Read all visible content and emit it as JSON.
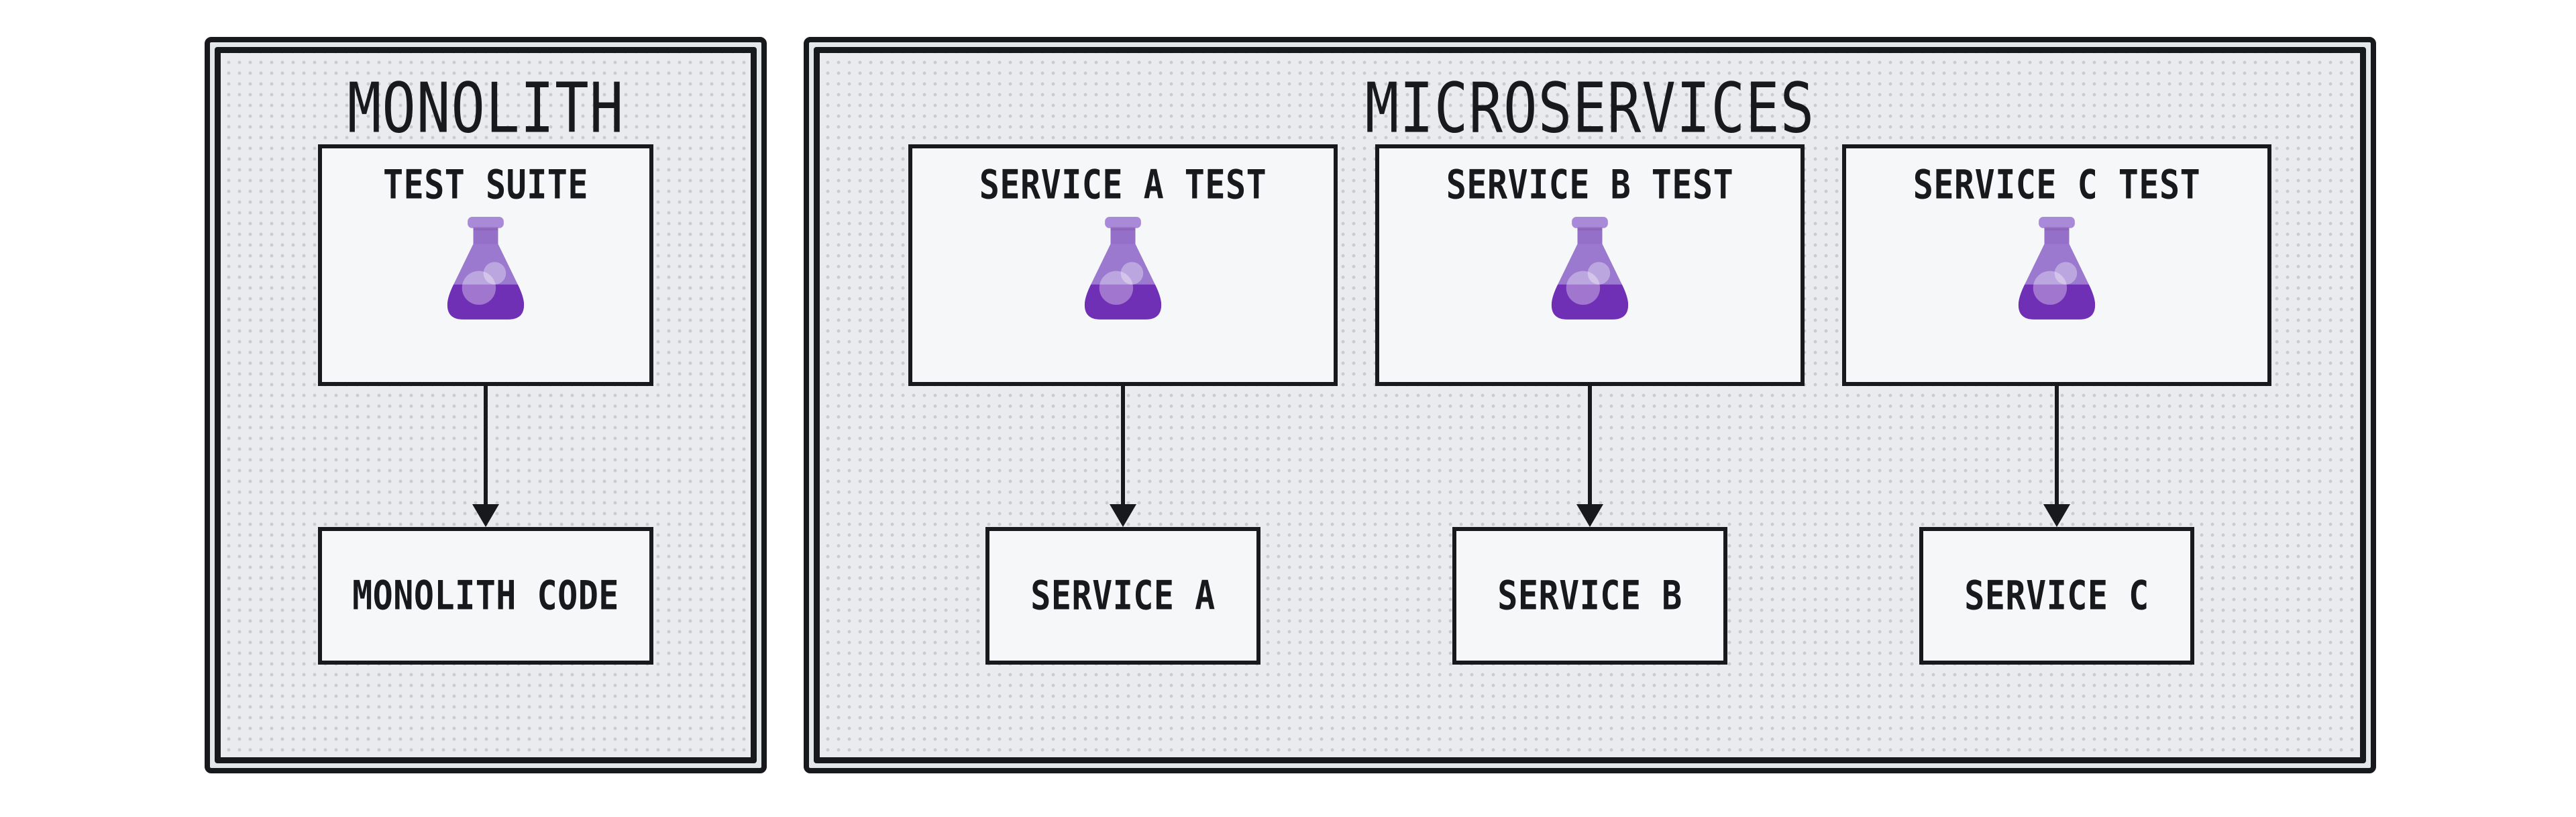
{
  "colors": {
    "border": "#17191c",
    "panel_frame_bg": "#e4e7ea",
    "panel_inner_bg": "#e9ebee",
    "panel_dot": "#c7ccd1",
    "box_bg": "#f6f7f9",
    "text": "#17191c",
    "flask_rim": "#a98ad9",
    "flask_neck": "#9470c9",
    "flask_body": "#9a79cf",
    "flask_liquid": "#7030b5"
  },
  "diagram": {
    "monolith": {
      "title": "MONOLITH",
      "test_box": {
        "label": "TEST SUITE",
        "icon": "flask-icon"
      },
      "code_box": {
        "label": "MONOLITH CODE"
      }
    },
    "microservices": {
      "title": "MICROSERVICES",
      "services": [
        {
          "test_box": {
            "label": "SERVICE A TEST",
            "icon": "flask-icon"
          },
          "code_box": {
            "label": "SERVICE A"
          }
        },
        {
          "test_box": {
            "label": "SERVICE B TEST",
            "icon": "flask-icon"
          },
          "code_box": {
            "label": "SERVICE B"
          }
        },
        {
          "test_box": {
            "label": "SERVICE C TEST",
            "icon": "flask-icon"
          },
          "code_box": {
            "label": "SERVICE C"
          }
        }
      ]
    }
  }
}
